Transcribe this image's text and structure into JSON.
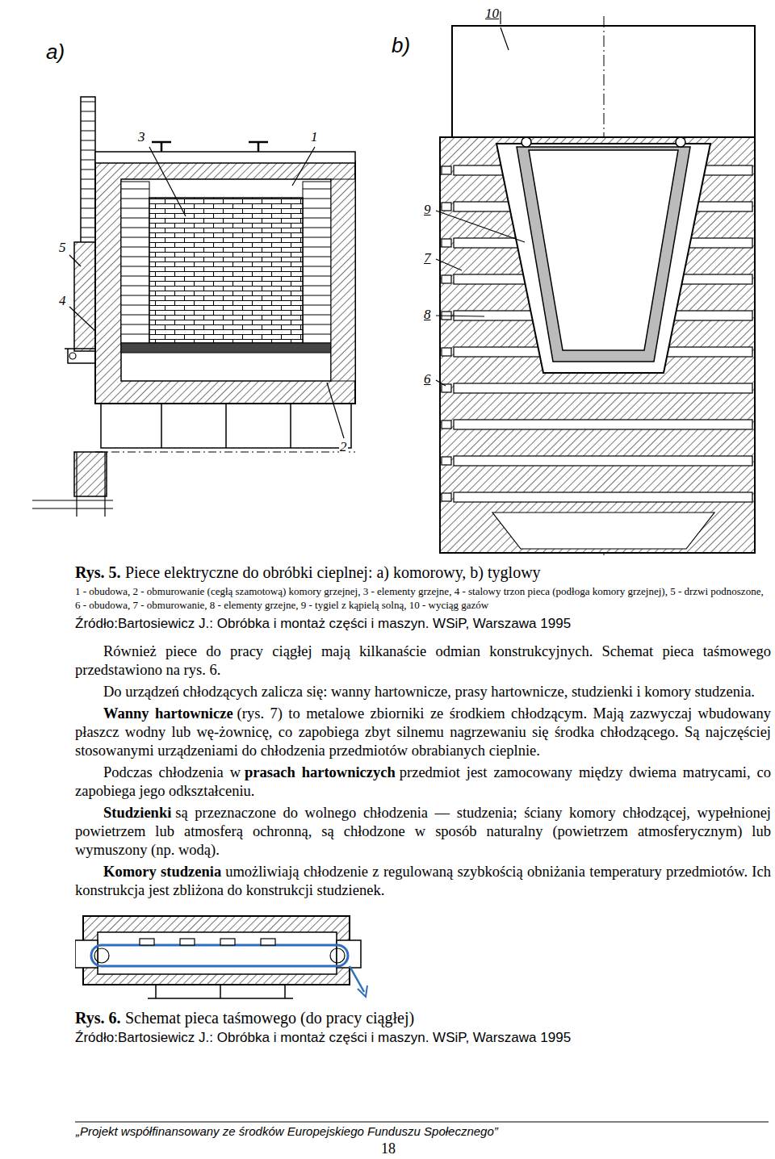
{
  "diagram": {
    "labels": [
      "a)",
      "3",
      "1",
      "5",
      "4",
      "2",
      "b)",
      "10",
      "9",
      "7",
      "8",
      "6",
      "Rys. 5.",
      "Piece elektryczne do obróbki cieplnej: a) komorowy, b) tyglowy",
      "1 - obudowa, 2 - obmurowanie (cegłą szamotową) komory grzejnej, 3 - elementy grzejne, 4 - stalowy trzon pieca (podłoga komory grzejnej), 5 - drzwi podnoszone, 6 - obudowa, 7 - obmurowanie, 8 - elementy grzejne, 9 - tygiel z kąpielą solną, 10 - wyciąg gazów",
      "Źródło:Bartosiewicz J.: Obróbka i montaż części i maszyn. WSiP, Warszawa 1995",
      "Również piece do pracy ciągłej mają kilkanaście odmian konstrukcyjnych. Schemat pieca taśmowego przedstawiono na rys. 6.",
      "Do urządzeń chłodzących zalicza się: wanny hartownicze, prasy hartownicze, studzienki i komory studzenia.",
      "Wanny hartownicze",
      "(rys. 7) to metalowe zbiorniki ze środkiem chłodzącym. Mają zazwyczaj wbudowany płaszcz wodny lub wę-żownicę, co zapobiega zbyt silnemu nagrzewaniu się środka chłodzącego. Są najczęściej stosowanymi urządzeniami do chłodzenia przedmiotów obrabianych cieplnie.",
      "Podczas chłodzenia w",
      "prasach hartowniczych",
      "przedmiot jest zamocowany między dwiema matrycami, co zapobiega jego odkształceniu.",
      "Studzienki",
      "są przeznaczone do wolnego chłodzenia — studzenia; ściany komory chłodzącej, wypełnionej powietrzem lub atmosferą ochronną, są chłodzone w sposób naturalny (powietrzem atmosferycznym) lub wymuszony (np. wodą).",
      "Komory studzenia",
      "umożliwiają chłodzenie z regulowaną szybkością obniżania temperatury przedmiotów. Ich konstrukcja jest zbliżona do konstrukcji studzienek.",
      "Rys. 6.",
      "Schemat pieca taśmowego (do pracy ciągłej)",
      "Źródło:Bartosiewicz J.: Obróbka i montaż części i maszyn. WSiP, Warszawa 1995",
      "„Projekt współfinansowany ze środków Europejskiego Funduszu Społecznego”",
      "18"
    ]
  }
}
